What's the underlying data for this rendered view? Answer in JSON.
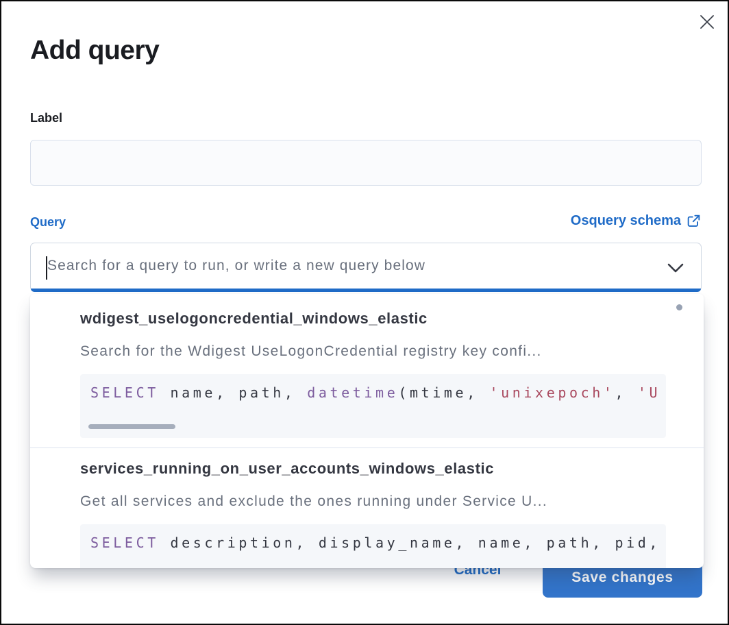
{
  "colors": {
    "primary": "#1f6bc7",
    "button_fill": "#3274ca",
    "code_keyword": "#7d5c9e",
    "code_plain": "#343741",
    "code_string": "#a9485e"
  },
  "modal": {
    "title": "Add query"
  },
  "label_field": {
    "label": "Label",
    "value": ""
  },
  "query_field": {
    "label": "Query",
    "schema_link_label": "Osquery schema",
    "placeholder": "Search for a query to run, or write a new query below"
  },
  "dropdown": {
    "options": [
      {
        "title": "wdigest_uselogoncredential_windows_elastic",
        "description": "Search for the Wdigest UseLogonCredential registry key confi...",
        "code_tokens": [
          {
            "type": "keyword",
            "text": "SELECT"
          },
          {
            "type": "plain",
            "text": " name, path, "
          },
          {
            "type": "keyword",
            "text": "datetime"
          },
          {
            "type": "plain",
            "text": "(mtime, "
          },
          {
            "type": "string",
            "text": "'unixepoch'"
          },
          {
            "type": "plain",
            "text": ", "
          },
          {
            "type": "string",
            "text": "'U"
          }
        ]
      },
      {
        "title": "services_running_on_user_accounts_windows_elastic",
        "description": "Get all services and exclude the ones running under Service U...",
        "code_tokens": [
          {
            "type": "keyword",
            "text": "SELECT"
          },
          {
            "type": "plain",
            "text": " description, display_name, name, path, pid,"
          }
        ]
      }
    ]
  },
  "footer": {
    "cancel_label": "Cancel",
    "save_label": "Save changes"
  }
}
